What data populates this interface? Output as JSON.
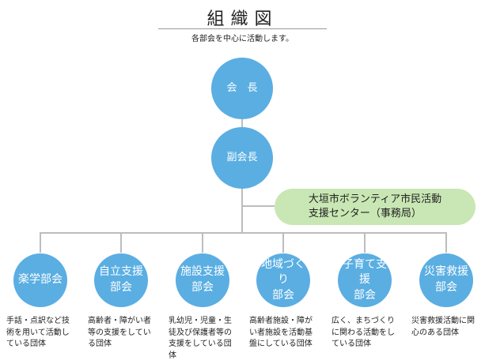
{
  "title": "組織図",
  "subtitle": "各部会を中心に活動します。",
  "top_nodes": [
    {
      "label": "会　長"
    },
    {
      "label": "副会長"
    }
  ],
  "support_center": "大垣市ボランティア市民活動\n支援センター（事務局）",
  "committees": [
    {
      "label": "楽学部会",
      "desc": "手話・点訳など技\n術を用いて活動し\nている団体"
    },
    {
      "label": "自立支援\n部会",
      "desc": "高齢者・障がい者\n等の支援をしてい\nる団体"
    },
    {
      "label": "施設支援\n部会",
      "desc": "乳幼児・児童・生\n徒及び保護者等の\n支援をしている団\n体"
    },
    {
      "label": "地域づくり\n部会",
      "desc": "高齢者施設・障が\nい者施設を活動基\n盤にしている団体"
    },
    {
      "label": "子育て支援\n部会",
      "desc": "広く、まちづくり\nに関わる活動をし\nている団体"
    },
    {
      "label": "災害救援\n部会",
      "desc": "災害救援活動に関\n心のある団体"
    }
  ],
  "colors": {
    "node": "#5aaee2",
    "support_center": "#c9e7b4",
    "connector": "#bdbdbd"
  }
}
